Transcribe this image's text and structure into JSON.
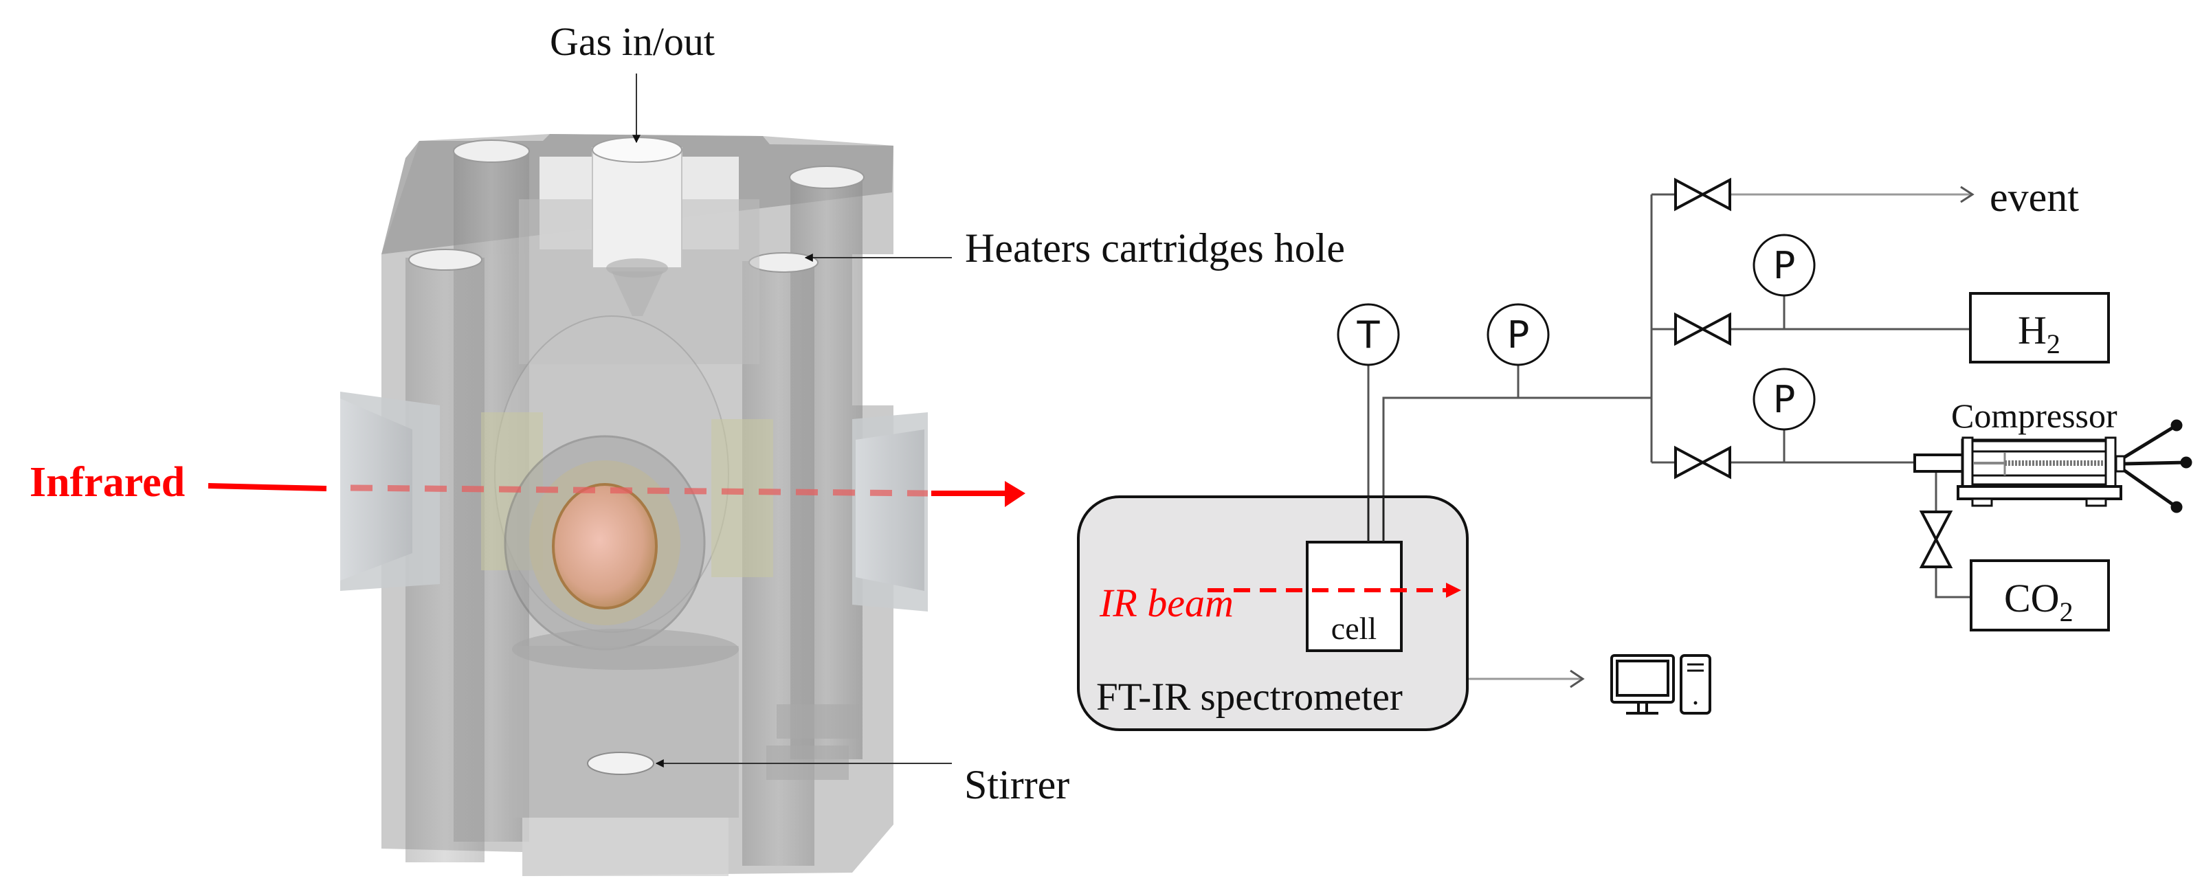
{
  "figure": {
    "left_panel": {
      "title": "Reactor cell 3D model",
      "labels": {
        "gas": "Gas in/out",
        "heaters": "Heaters cartridges hole",
        "stirrer": "Stirrer",
        "infrared": "Infrared"
      },
      "colors": {
        "infrared": "#ff0000",
        "body": "#9a9a9a",
        "window": "#e8a98c"
      }
    },
    "right_panel": {
      "title": "Setup schematic",
      "gauges": {
        "temperature": "T",
        "pressure_main": "P",
        "pressure_h2": "P",
        "pressure_compressor": "P"
      },
      "labels": {
        "event": "event",
        "h2_main": "H",
        "h2_sub": "2",
        "co2_main": "CO",
        "co2_sub": "2",
        "compressor": "Compressor",
        "ir_beam": "IR beam",
        "cell": "cell",
        "spectrometer": "FT-IR spectrometer"
      },
      "icons": {
        "valve": "valve-icon",
        "gauge": "gauge-icon",
        "computer": "desktop-computer-icon",
        "compressor": "compressor-icon"
      },
      "colors": {
        "ir_beam": "#ff0000",
        "spectrometer_fill": "#e6e5e6",
        "line": "#555555"
      }
    }
  }
}
